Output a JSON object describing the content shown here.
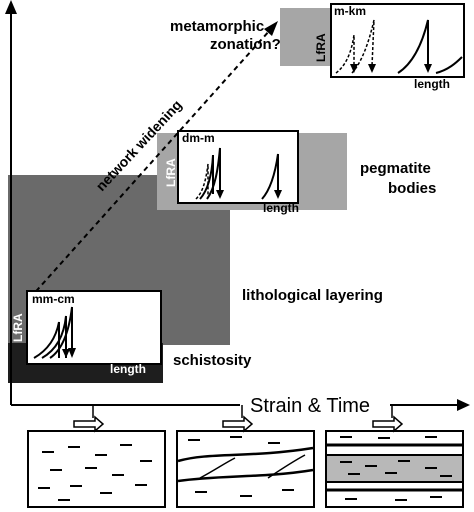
{
  "labels": {
    "metamorphic_zonation": [
      "metamorphic",
      "zonation?"
    ],
    "network_widening": "network widening",
    "pegmatite_bodies": [
      "pegmatite",
      "bodies"
    ],
    "lithological_layering": "lithological layering",
    "schistosity": "schistosity",
    "strain_time": "Strain & Time"
  },
  "insets": [
    {
      "scale": "mm-cm",
      "axis_y": "LfRA",
      "axis_x": "length"
    },
    {
      "scale": "dm-m",
      "axis_y": "LfRA",
      "axis_x": "length"
    },
    {
      "scale": "m-km",
      "axis_y": "LfRA",
      "axis_x": "length"
    }
  ],
  "colors": {
    "schistosity": "#1e1e1e",
    "lithological_layering": "#6a6a6a",
    "pegmatite_bodies": "#a6a6a6",
    "metamorphic_zonation": "#a6a6a6",
    "band_gray": "#b8b8b8"
  }
}
